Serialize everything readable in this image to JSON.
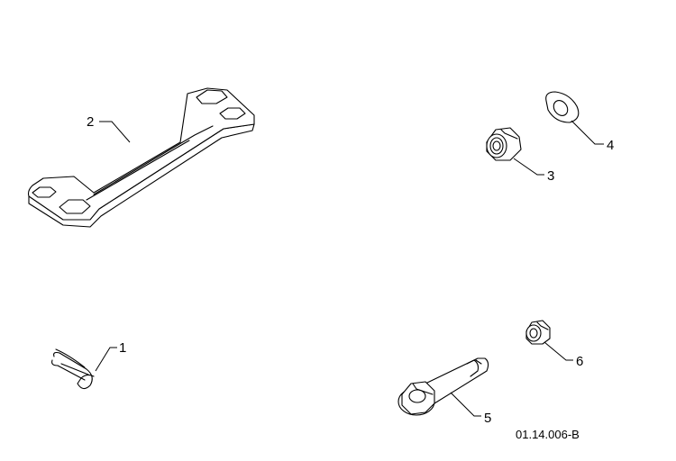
{
  "callouts": {
    "c1": "1",
    "c2": "2",
    "c3": "3",
    "c4": "4",
    "c5": "5",
    "c6": "6"
  },
  "drawing_code": "01.14.006-B",
  "colors": {
    "line": "#000000",
    "background": "#ffffff"
  }
}
